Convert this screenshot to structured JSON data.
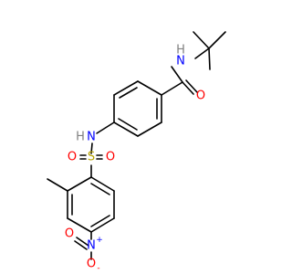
{
  "colors": {
    "carbon_bond": "#000000",
    "nitrogen": "#0000ff",
    "oxygen": "#ff0000",
    "sulfur": "#b8a400",
    "hydrogen": "#808080"
  },
  "atoms": {
    "amide_nh_n": "N",
    "amide_nh_h": "H",
    "amide_o": "O",
    "sulfonamide_n": "N",
    "sulfonamide_h": "H",
    "sulfur": "S",
    "sulfonyl_o_left": "O",
    "sulfonyl_o_right": "O",
    "nitro_n": "N",
    "nitro_n_charge": "+",
    "nitro_o_top": "O",
    "nitro_o_bottom": "O",
    "nitro_o_bottom_charge": "-"
  }
}
